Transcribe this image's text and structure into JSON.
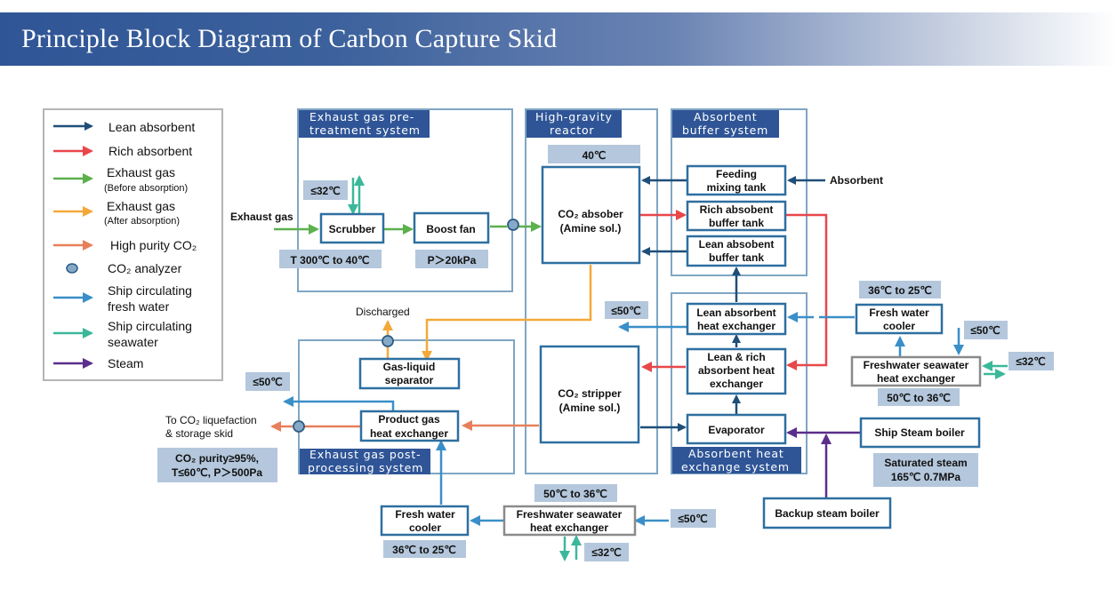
{
  "title": "Principle Block Diagram of Carbon Capture Skid",
  "colors": {
    "lean_absorbent": "#1f4e79",
    "rich_absorbent": "#e8474b",
    "exhaust_before": "#5cb04d",
    "exhaust_after": "#f3a93a",
    "high_purity_co2": "#e7805a",
    "analyzer": "#86a9c7",
    "fresh_water": "#3a8fc8",
    "seawater": "#3bb89a",
    "steam": "#5b2e8c",
    "system_box": "#7fa6c4",
    "block_border": "#2e6fa0",
    "system_label_bg": "#2f5597",
    "note_bg": "#b4c7dc"
  },
  "legend": [
    {
      "icon": "arrow-right-icon",
      "color_key": "lean_absorbent",
      "label": "Lean absorbent",
      "sub": ""
    },
    {
      "icon": "arrow-right-icon",
      "color_key": "rich_absorbent",
      "label": "Rich absorbent",
      "sub": ""
    },
    {
      "icon": "arrow-right-icon",
      "color_key": "exhaust_before",
      "label": "Exhaust gas",
      "sub": "(Before absorption)"
    },
    {
      "icon": "arrow-right-icon",
      "color_key": "exhaust_after",
      "label": "Exhaust gas",
      "sub": "(After absorption)"
    },
    {
      "icon": "arrow-right-icon",
      "color_key": "high_purity_co2",
      "label": "High purity CO₂",
      "sub": ""
    },
    {
      "icon": "circle-icon",
      "color_key": "analyzer",
      "label": "CO₂ analyzer",
      "sub": ""
    },
    {
      "icon": "arrow-right-icon",
      "color_key": "fresh_water",
      "label": "Ship circulating",
      "sub2": "fresh water"
    },
    {
      "icon": "arrow-right-icon",
      "color_key": "seawater",
      "label": "Ship circulating",
      "sub2": "seawater"
    },
    {
      "icon": "arrow-right-icon",
      "color_key": "steam",
      "label": "Steam",
      "sub": ""
    }
  ],
  "systems": {
    "pretreatment": {
      "line1": "Exhaust gas pre-",
      "line2": "treatment system"
    },
    "reactor": {
      "line1": "High-gravity",
      "line2": "reactor"
    },
    "buffer": {
      "line1": "Absorbent",
      "line2": "buffer system"
    },
    "heat_exchange": {
      "line1": "Absorbent heat",
      "line2": "exchange system"
    },
    "postprocessing": {
      "line1": "Exhaust gas post-",
      "line2": "processing system"
    }
  },
  "blocks": {
    "scrubber": {
      "line1": "Scrubber"
    },
    "boost_fan": {
      "line1": "Boost fan"
    },
    "absorber": {
      "line1": "CO₂ absober",
      "line2": "(Amine sol.)"
    },
    "stripper": {
      "line1": "CO₂ stripper",
      "line2": "(Amine sol.)"
    },
    "feeding_tank": {
      "line1": "Feeding",
      "line2": "mixing tank"
    },
    "rich_buffer": {
      "line1": "Rich absobent",
      "line2": "buffer tank"
    },
    "lean_buffer": {
      "line1": "Lean absobent",
      "line2": "buffer tank"
    },
    "lean_hx": {
      "line1": "Lean absorbent",
      "line2": "heat exchanger"
    },
    "lean_rich_hx": {
      "line1": "Lean & rich",
      "line2": "absorbent heat",
      "line3": "exchanger"
    },
    "evaporator": {
      "line1": "Evaporator"
    },
    "gas_liquid_sep": {
      "line1": "Gas-liquid",
      "line2": "separator"
    },
    "product_gas_hx": {
      "line1": "Product gas",
      "line2": "heat exchanger"
    },
    "fw_cooler_right": {
      "line1": "Fresh water",
      "line2": "cooler"
    },
    "fw_sw_hx_right": {
      "line1": "Freshwater seawater",
      "line2": "heat exchanger"
    },
    "fw_cooler_bottom": {
      "line1": "Fresh water",
      "line2": "cooler"
    },
    "fw_sw_hx_bottom": {
      "line1": "Freshwater seawater",
      "line2": "heat exchanger"
    },
    "ship_steam_boiler": {
      "line1": "Ship Steam boiler"
    },
    "backup_steam_boiler": {
      "line1": "Backup steam boiler"
    }
  },
  "notes": {
    "scrubber_water": "≤32℃",
    "scrubber_temp": "T 300℃ to 40℃",
    "fan_pressure": "P＞20kPa",
    "absorber_temp": "40℃",
    "lean_hx_out": "≤50℃",
    "cooler_right_temp": "36℃ to 25℃",
    "hx_right_in": "≤50℃",
    "hx_right_sea": "≤32℃",
    "hx_right_temp": "50℃ to 36℃",
    "steam_spec_1": "Saturated steam",
    "steam_spec_2": "165℃ 0.7MPa",
    "product_hx_out": "≤50℃",
    "co2_spec_1": "CO₂ purity≥95%,",
    "co2_spec_2": "T≤60℃, P＞500Pa",
    "hx_bottom_temp": "50℃ to 36℃",
    "hx_bottom_in": "≤50℃",
    "hx_bottom_sea": "≤32℃",
    "cooler_bottom_temp": "36℃ to 25℃"
  },
  "labels": {
    "exhaust_gas_in": "Exhaust gas",
    "absorbent_in": "Absorbent",
    "discharged": "Discharged",
    "to_liquefaction_1": "To CO₂ liquefaction",
    "to_liquefaction_2": "& storage skid"
  }
}
